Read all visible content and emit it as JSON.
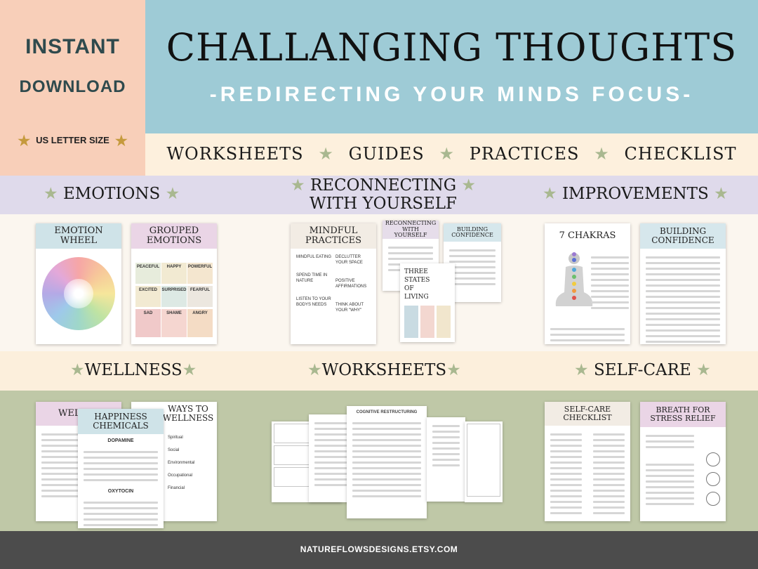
{
  "badge": {
    "line1": "INSTANT",
    "line2": "DOWNLOAD",
    "size_label": "US LETTER SIZE"
  },
  "header": {
    "title": "CHALLANGING THOUGHTS",
    "subtitle": "-REDIRECTING YOUR MINDS FOCUS-",
    "categories": [
      "WORKSHEETS",
      "GUIDES",
      "PRACTICES",
      "CHECKLIST"
    ]
  },
  "sections": {
    "emotions": "EMOTIONS",
    "reconnecting_1": "RECONNECTING",
    "reconnecting_2": "WITH YOURSELF",
    "improvements": "IMPROVEMENTS",
    "wellness": "WELLNESS",
    "worksheets": "WORKSHEETS",
    "self_care": "SELF-CARE"
  },
  "pages": {
    "emotion_wheel": "EMOTION WHEEL",
    "grouped_emotions": "GROUPED EMOTIONS",
    "mindful_practices": "MINDFUL PRACTICES",
    "reconnecting": "RECONNECTING WITH YOURSELF",
    "building_confidence_small": "BUILDING CONFIDENCE",
    "three_states": "THREE STATES OF LIVING",
    "seven_chakras": "7 CHAKRAS",
    "building_confidence": "BUILDING CONFIDENCE",
    "wellness_back": "WELL",
    "happiness_chemicals": "HAPPINESS CHEMICALS",
    "ways_to_wellness": "WAYS TO WELLNESS",
    "self_care_checklist": "SELF-CARE CHECKLIST",
    "breath_for_stress": "BREATH FOR STRESS RELIEF",
    "cognitive_restructuring": "COGNITIVE RESTRUCTURING"
  },
  "grouped_cells": [
    "PEACEFUL",
    "HAPPY",
    "POWERFUL",
    "EXCITED",
    "SURPRISED",
    "FEARFUL",
    "SAD",
    "SHAME",
    "ANGRY"
  ],
  "mindful_items": [
    "MINDFUL EATING",
    "DECLUTTER YOUR SPACE",
    "SPEND TIME IN NATURE",
    "POSITIVE AFFIRMATIONS",
    "LISTEN TO YOUR BODYS NEEDS",
    "THINK ABOUT YOUR \"WHY\""
  ],
  "happiness_items": [
    "DOPAMINE",
    "OXYTOCIN"
  ],
  "wellness_items": [
    "Spiritual",
    "Social",
    "Environmental",
    "Occupational",
    "Financial"
  ],
  "footer": {
    "url": "NATUREFLOWSDESIGNS.ETSY.COM"
  },
  "colors": {
    "title_band": "#9ecbd6",
    "badge": "#f8cfb9",
    "lavender": "#dfdaeb",
    "green": "#bfc8a7",
    "star": "#a9b890"
  }
}
